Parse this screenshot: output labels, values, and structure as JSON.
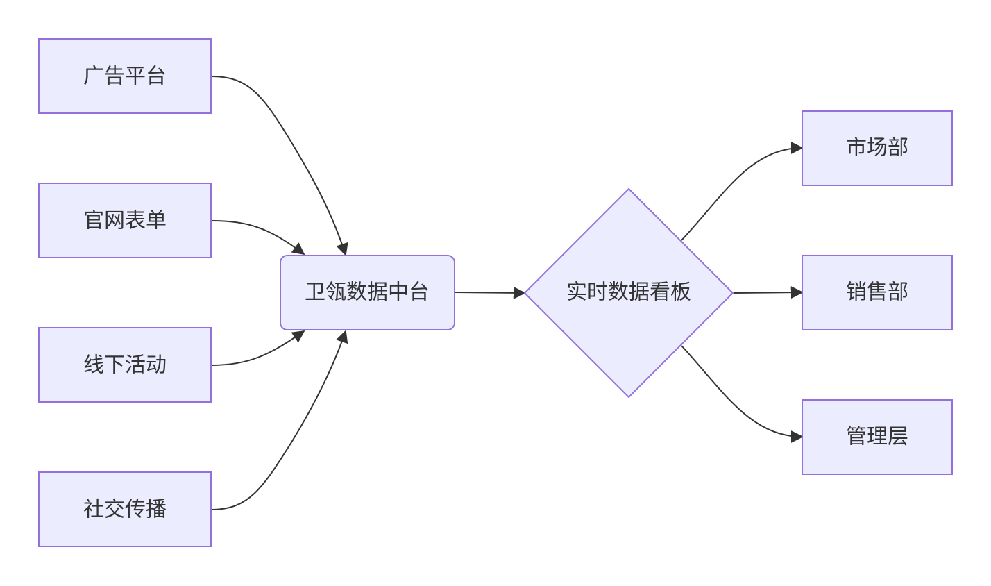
{
  "diagram": {
    "type": "flowchart",
    "direction": "LR",
    "colors": {
      "node_fill": "#ECECFF",
      "node_stroke": "#9370DB",
      "edge": "#333333",
      "text": "#333333"
    },
    "nodes": [
      {
        "id": "A",
        "label": "广告平台",
        "shape": "rect"
      },
      {
        "id": "B",
        "label": "官网表单",
        "shape": "rect"
      },
      {
        "id": "C",
        "label": "线下活动",
        "shape": "rect"
      },
      {
        "id": "D",
        "label": "社交传播",
        "shape": "rect"
      },
      {
        "id": "E",
        "label": "卫瓴数据中台",
        "shape": "rounded-rect"
      },
      {
        "id": "F",
        "label": "实时数据看板",
        "shape": "diamond"
      },
      {
        "id": "G",
        "label": "市场部",
        "shape": "rect"
      },
      {
        "id": "H",
        "label": "销售部",
        "shape": "rect"
      },
      {
        "id": "I",
        "label": "管理层",
        "shape": "rect"
      }
    ],
    "edges": [
      {
        "from": "A",
        "to": "E"
      },
      {
        "from": "B",
        "to": "E"
      },
      {
        "from": "C",
        "to": "E"
      },
      {
        "from": "D",
        "to": "E"
      },
      {
        "from": "E",
        "to": "F"
      },
      {
        "from": "F",
        "to": "G"
      },
      {
        "from": "F",
        "to": "H"
      },
      {
        "from": "F",
        "to": "I"
      }
    ]
  }
}
